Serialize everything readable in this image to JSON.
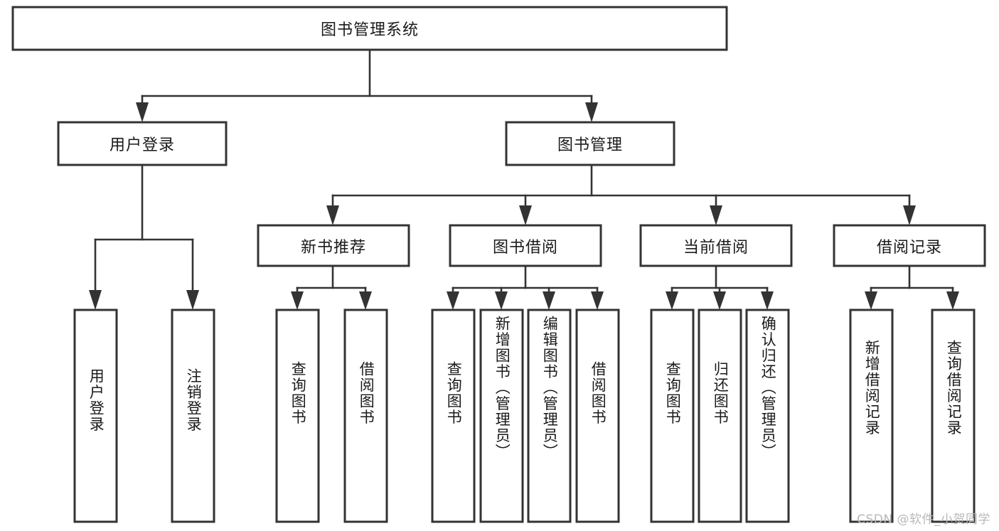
{
  "diagram": {
    "type": "hierarchy-tree",
    "title": "图书管理系统",
    "watermark": "CSDN @软件_小贺同学",
    "colors": {
      "box_stroke": "#333333",
      "box_fill": "#ffffff",
      "text": "#1a1a1a",
      "watermark": "#b8b8b8",
      "background": "#ffffff"
    },
    "levels": [
      {
        "level": 0,
        "nodes": [
          {
            "id": "root",
            "label": "图书管理系统",
            "orientation": "horizontal"
          }
        ]
      },
      {
        "level": 1,
        "nodes": [
          {
            "id": "login",
            "label": "用户登录",
            "orientation": "horizontal",
            "parent": "root"
          },
          {
            "id": "bookmgmt",
            "label": "图书管理",
            "orientation": "horizontal",
            "parent": "root"
          }
        ]
      },
      {
        "level": 2,
        "nodes": [
          {
            "id": "newbook",
            "label": "新书推荐",
            "orientation": "horizontal",
            "parent": "bookmgmt"
          },
          {
            "id": "borrow",
            "label": "图书借阅",
            "orientation": "horizontal",
            "parent": "bookmgmt"
          },
          {
            "id": "current",
            "label": "当前借阅",
            "orientation": "horizontal",
            "parent": "bookmgmt"
          },
          {
            "id": "records",
            "label": "借阅记录",
            "orientation": "horizontal",
            "parent": "bookmgmt"
          }
        ]
      },
      {
        "level": 3,
        "nodes": [
          {
            "id": "leaf-1",
            "label": "用户登录",
            "orientation": "vertical",
            "parent": "login"
          },
          {
            "id": "leaf-2",
            "label": "注销登录",
            "orientation": "vertical",
            "parent": "login"
          },
          {
            "id": "leaf-3",
            "label": "查询图书",
            "orientation": "vertical",
            "parent": "newbook"
          },
          {
            "id": "leaf-4",
            "label": "借阅图书",
            "orientation": "vertical",
            "parent": "newbook"
          },
          {
            "id": "leaf-5",
            "label": "查询图书",
            "orientation": "vertical",
            "parent": "borrow"
          },
          {
            "id": "leaf-6",
            "label": "新增图书（管理员）",
            "orientation": "vertical",
            "parent": "borrow"
          },
          {
            "id": "leaf-7",
            "label": "编辑图书（管理员）",
            "orientation": "vertical",
            "parent": "borrow"
          },
          {
            "id": "leaf-8",
            "label": "借阅图书",
            "orientation": "vertical",
            "parent": "borrow"
          },
          {
            "id": "leaf-9",
            "label": "查询图书",
            "orientation": "vertical",
            "parent": "current"
          },
          {
            "id": "leaf-10",
            "label": "归还图书",
            "orientation": "vertical",
            "parent": "current"
          },
          {
            "id": "leaf-11",
            "label": "确认归还（管理员）",
            "orientation": "vertical",
            "parent": "current"
          },
          {
            "id": "leaf-12",
            "label": "新增借阅记录",
            "orientation": "vertical",
            "parent": "records"
          },
          {
            "id": "leaf-13",
            "label": "查询借阅记录",
            "orientation": "vertical",
            "parent": "records"
          }
        ]
      }
    ]
  }
}
